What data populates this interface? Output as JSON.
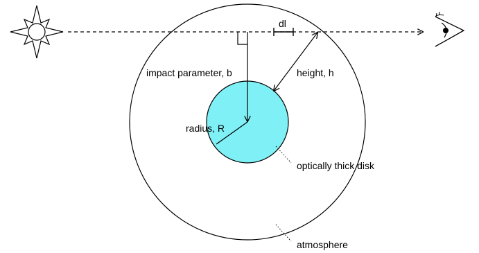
{
  "labels": {
    "impact_parameter": "impact parameter, b",
    "height": "height, h",
    "radius": "radius, R",
    "dl": "dl",
    "disk": "optically thick disk",
    "atmosphere": "atmosphere"
  },
  "icons": {
    "light_source": "sun-icon",
    "observer": "eye-icon"
  },
  "colors": {
    "disk_fill": "#7ff0f5",
    "stroke": "#000000",
    "background": "#ffffff"
  }
}
